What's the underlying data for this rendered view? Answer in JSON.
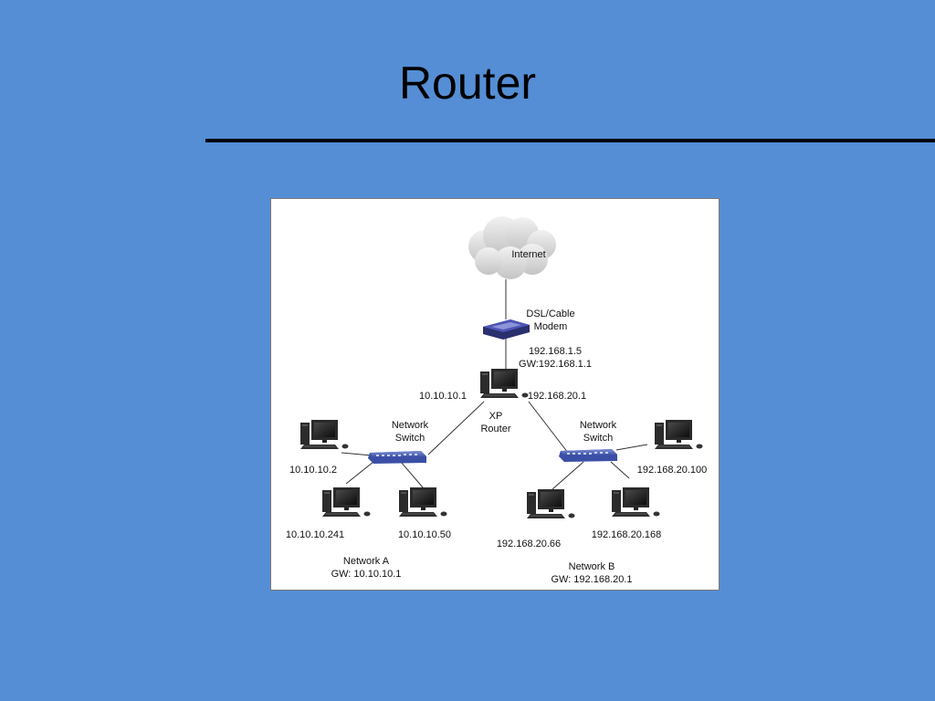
{
  "slide": {
    "title": "Router"
  },
  "diagram": {
    "internet": "Internet",
    "modem": [
      "DSL/Cable",
      "Modem"
    ],
    "router_wan": [
      "192.168.1.5",
      "GW:192.168.1.1"
    ],
    "router_ip_a": "10.10.10.1",
    "router_ip_b": "192.168.20.1",
    "router": [
      "XP",
      "Router"
    ],
    "switch_a": [
      "Network",
      "Switch"
    ],
    "switch_b": [
      "Network",
      "Switch"
    ],
    "hosts_a": [
      "10.10.10.2",
      "10.10.10.241",
      "10.10.10.50"
    ],
    "hosts_b": [
      "192.168.20.100",
      "192.168.20.66",
      "192.168.20.168"
    ],
    "network_a": [
      "Network A",
      "GW: 10.10.10.1"
    ],
    "network_b": [
      "Network B",
      "GW: 192.168.20.1"
    ]
  },
  "colors": {
    "background": "#558ed5",
    "switch": "#4a64b8",
    "modem": "#3a3f8c"
  }
}
